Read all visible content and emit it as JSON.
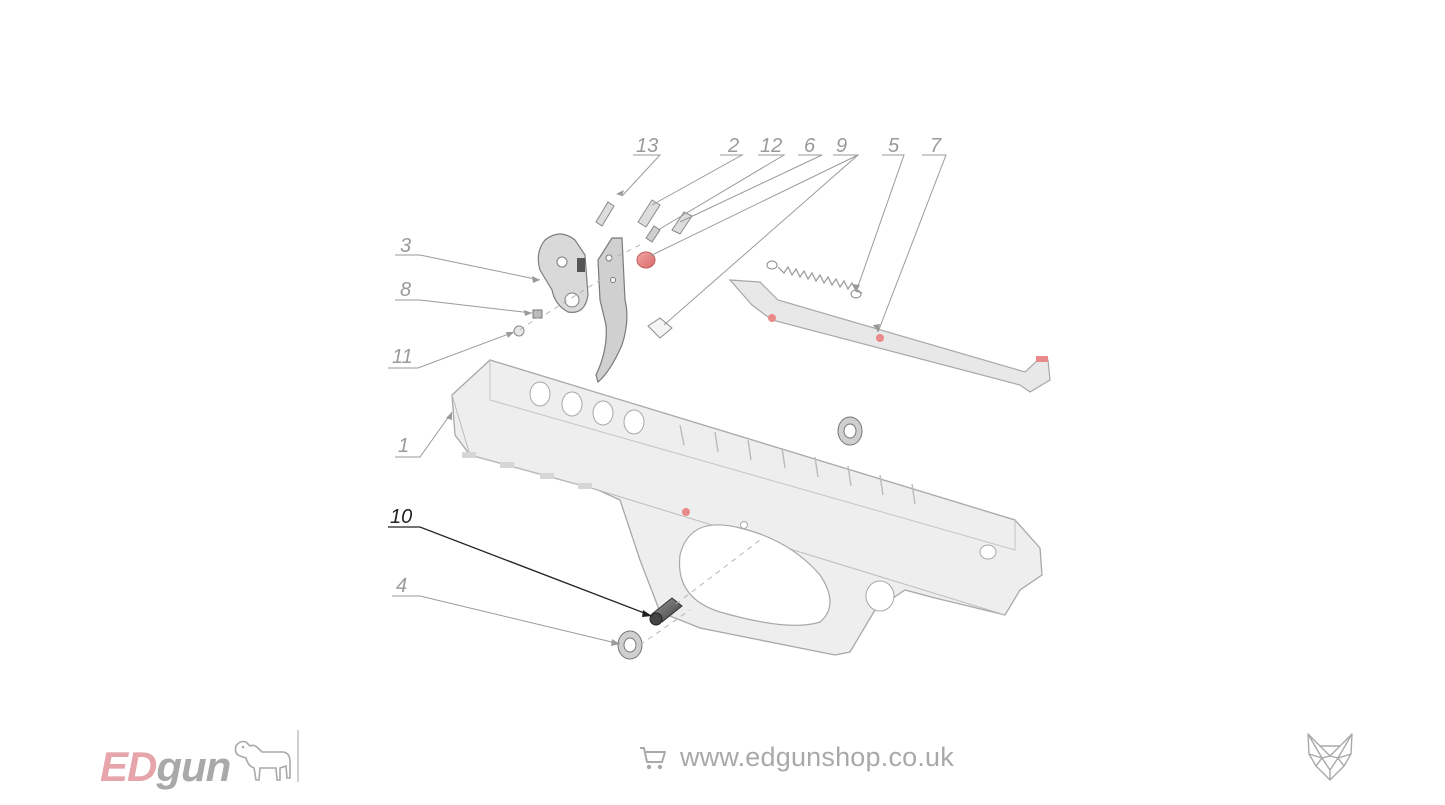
{
  "callouts": [
    {
      "num": "13",
      "active": false
    },
    {
      "num": "2",
      "active": false
    },
    {
      "num": "12",
      "active": false
    },
    {
      "num": "6",
      "active": false
    },
    {
      "num": "9",
      "active": false
    },
    {
      "num": "5",
      "active": false
    },
    {
      "num": "7",
      "active": false
    },
    {
      "num": "3",
      "active": false
    },
    {
      "num": "8",
      "active": false
    },
    {
      "num": "11",
      "active": false
    },
    {
      "num": "1",
      "active": false
    },
    {
      "num": "10",
      "active": true
    },
    {
      "num": "4",
      "active": false
    }
  ],
  "footer": {
    "brand_ed": "ED",
    "brand_gun": "gun",
    "url": "www.edgunshop.co.uk"
  },
  "icons": {
    "cart": "shopping-cart-icon",
    "dog": "dog-logo-icon",
    "wolf": "wolf-logo-icon"
  },
  "colors": {
    "accent_red": "#e88a8a",
    "part_fill": "#ececec",
    "part_stroke": "#9a9a9a",
    "active_text": "#222222",
    "muted_text": "#9a9a9a"
  }
}
